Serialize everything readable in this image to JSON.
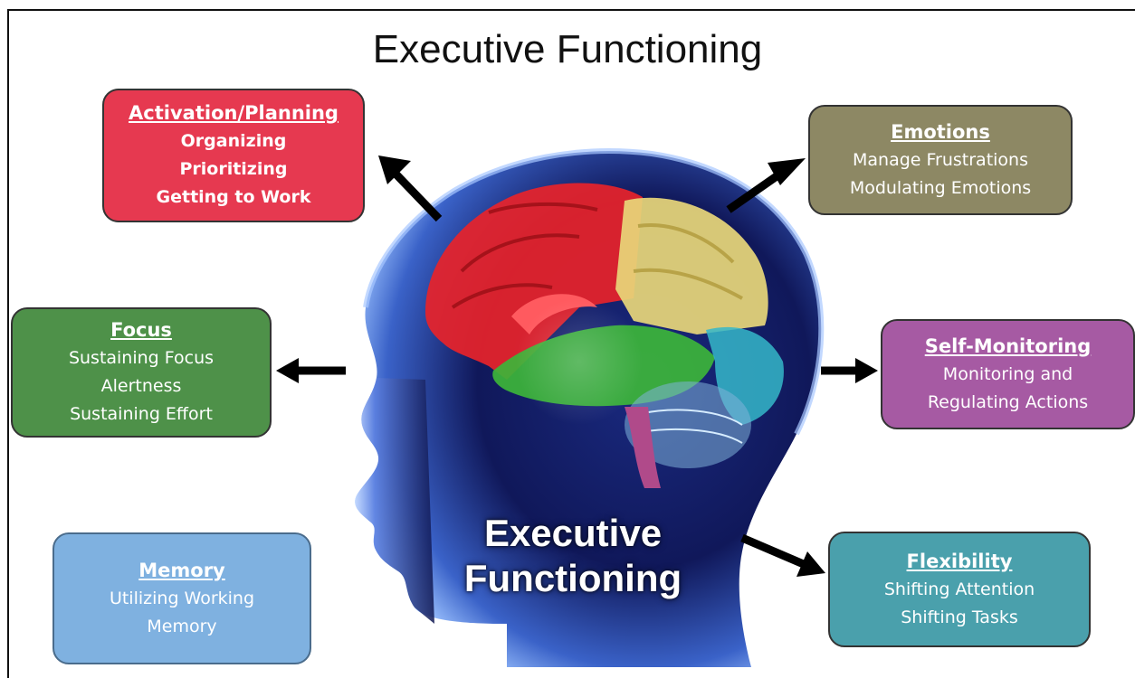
{
  "title": "Executive Functioning",
  "center_label_line1": "Executive",
  "center_label_line2": "Functioning",
  "boxes": {
    "activation": {
      "heading": "Activation/Planning",
      "lines": [
        "Organizing",
        "Prioritizing",
        "Getting to Work"
      ],
      "color": "#e63950"
    },
    "emotions": {
      "heading": "Emotions",
      "lines": [
        "Manage Frustrations",
        "Modulating Emotions"
      ],
      "color": "#8d8864"
    },
    "focus": {
      "heading": "Focus",
      "lines": [
        "Sustaining Focus",
        "Alertness",
        "Sustaining Effort"
      ],
      "color": "#4e9149"
    },
    "self_monitoring": {
      "heading": "Self-Monitoring",
      "lines": [
        "Monitoring and",
        "Regulating Actions"
      ],
      "color": "#a65aa3"
    },
    "memory": {
      "heading": "Memory",
      "lines": [
        "Utilizing Working",
        "Memory"
      ],
      "color": "#7fb1e0"
    },
    "flexibility": {
      "heading": "Flexibility",
      "lines": [
        "Shifting Attention",
        "Shifting Tasks"
      ],
      "color": "#4aa0ac"
    }
  },
  "illustration": {
    "subject": "head-with-brain",
    "lobe_colors": [
      "#e8232a",
      "#e8d77a",
      "#3db53a",
      "#35b7c9",
      "#b04a8a"
    ]
  }
}
